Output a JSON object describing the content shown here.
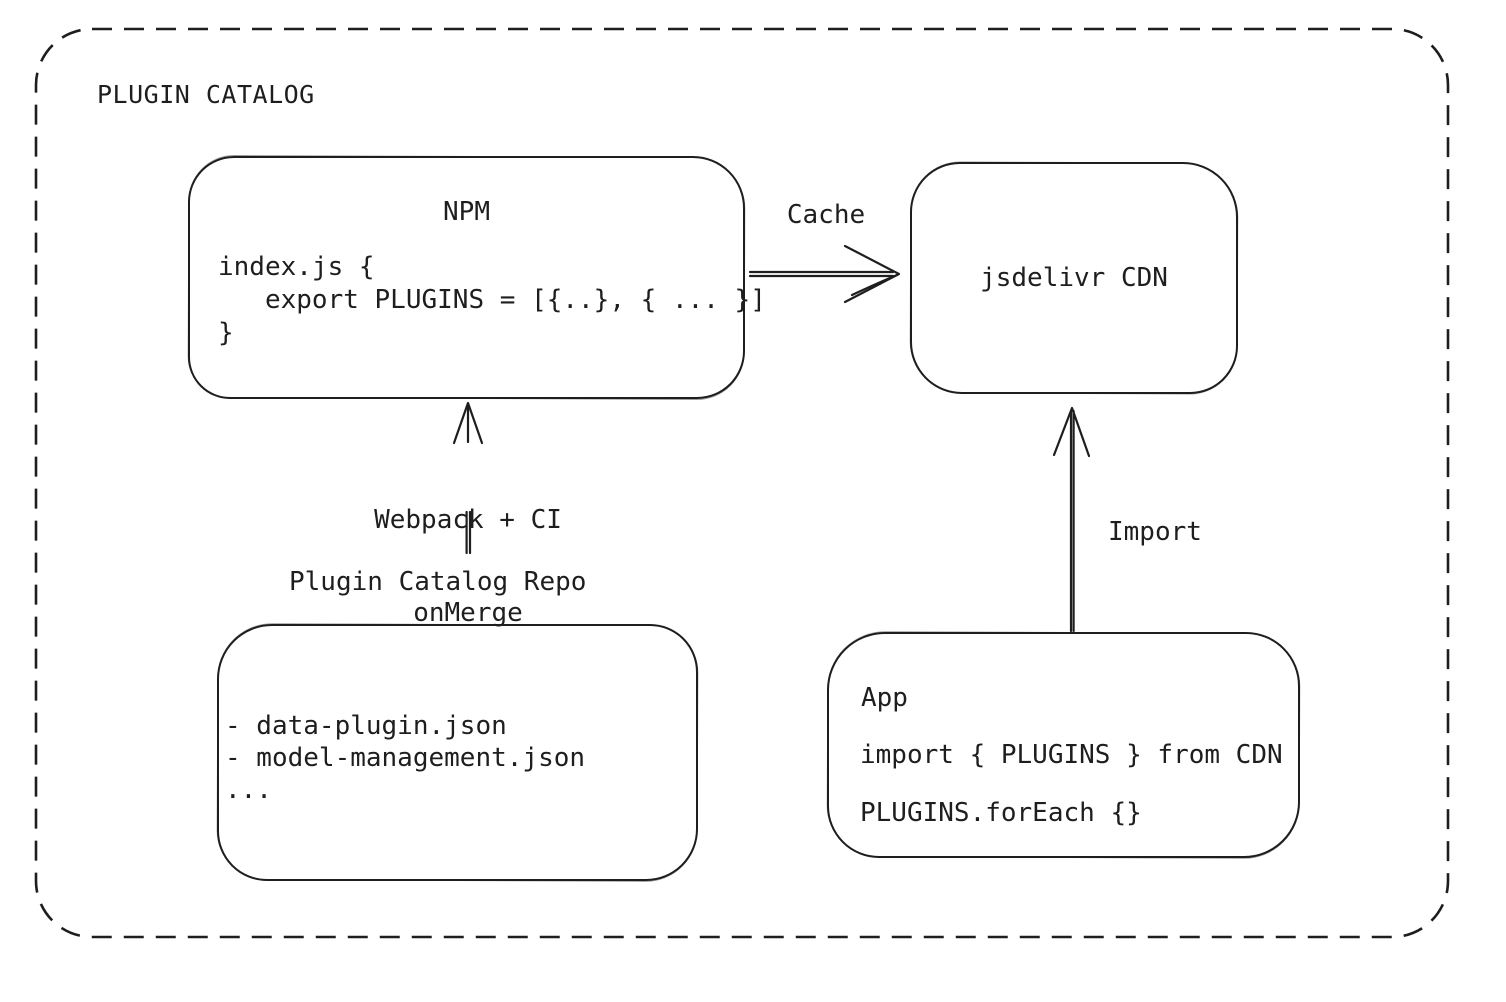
{
  "title": "PLUGIN CATALOG",
  "colors": {
    "stroke": "#1e1e1e",
    "background": "#ffffff"
  },
  "nodes": {
    "npm": {
      "title": "NPM",
      "code": [
        "index.js {",
        "   export PLUGINS = [{..}, { ... }]",
        "}"
      ]
    },
    "cdn": {
      "label": "jsdelivr CDN"
    },
    "repo": {
      "label": "Plugin Catalog Repo",
      "items": [
        "- data-plugin.json",
        "- model-management.json",
        "..."
      ]
    },
    "app": {
      "title": "App",
      "code": [
        "import { PLUGINS } from CDN",
        "PLUGINS.forEach {}"
      ]
    }
  },
  "arrows": {
    "cache": {
      "label": "Cache"
    },
    "build": {
      "label_line1": "Webpack + CI",
      "label_line2": "onMerge"
    },
    "import": {
      "label": "Import"
    }
  }
}
